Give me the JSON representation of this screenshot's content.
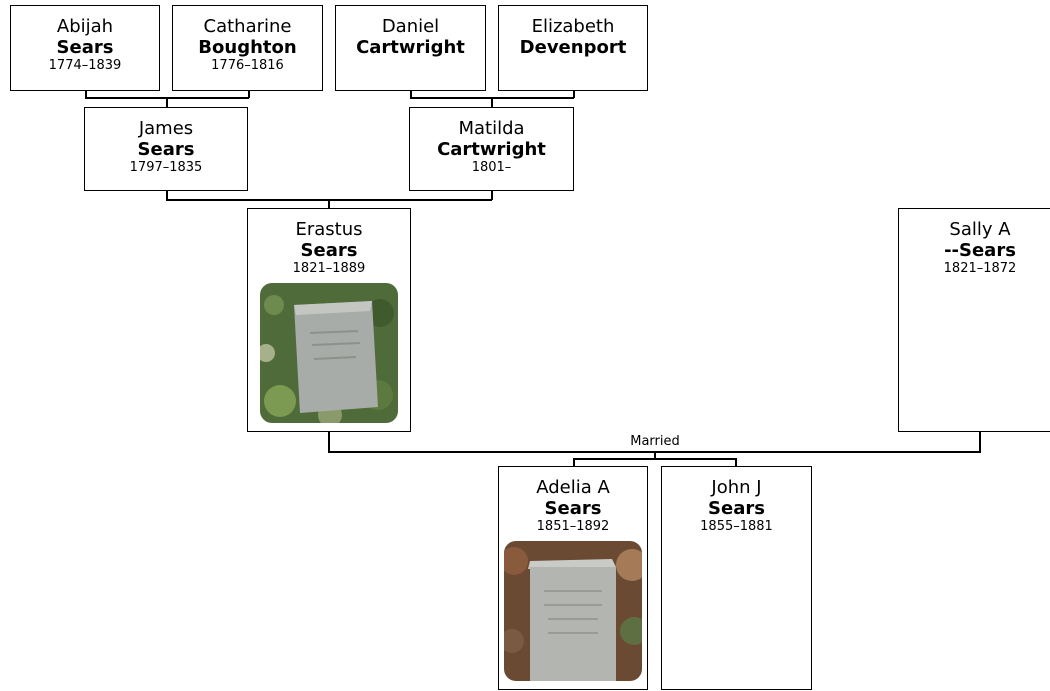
{
  "people": {
    "abijah": {
      "given": "Abijah",
      "surname": "Sears",
      "dates": "1774–1839"
    },
    "catharine": {
      "given": "Catharine",
      "surname": "Boughton",
      "dates": "1776–1816"
    },
    "daniel": {
      "given": "Daniel",
      "surname": "Cartwright",
      "dates": ""
    },
    "elizabeth": {
      "given": "Elizabeth",
      "surname": "Devenport",
      "dates": ""
    },
    "james": {
      "given": "James",
      "surname": "Sears",
      "dates": "1797–1835"
    },
    "matilda": {
      "given": "Matilda",
      "surname": "Cartwright",
      "dates": "1801–"
    },
    "erastus": {
      "given": "Erastus",
      "surname": "Sears",
      "dates": "1821–1889"
    },
    "sally": {
      "given": "Sally A",
      "surname": "--Sears",
      "dates": "1821–1872"
    },
    "adelia": {
      "given": "Adelia A",
      "surname": "Sears",
      "dates": "1851–1892"
    },
    "john": {
      "given": "John J",
      "surname": "Sears",
      "dates": "1855–1881"
    }
  },
  "union_label": "Married"
}
